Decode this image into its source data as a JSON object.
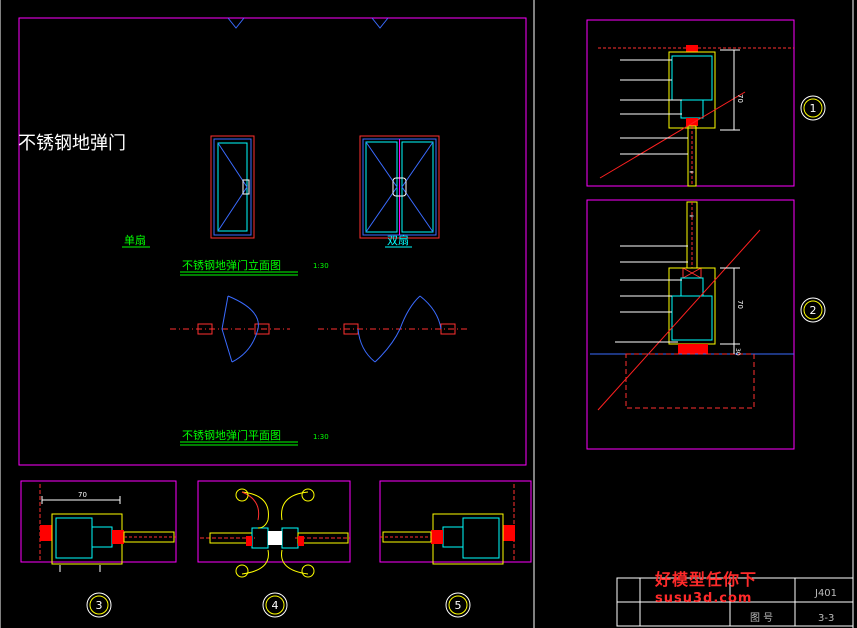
{
  "drawing": {
    "title": "不锈钢地弹门",
    "single_label": "单扇",
    "double_label": "双扇",
    "elevation_title": "不锈钢地弹门立面图",
    "elevation_scale": "1:30",
    "plan_title": "不锈钢地弹门平面图",
    "plan_scale": "1:30",
    "drawing_no": "J401",
    "sheet_label": "图 号",
    "sheet_no": "3-3"
  },
  "details": [
    {
      "id": "1",
      "label": "1"
    },
    {
      "id": "2",
      "label": "2"
    },
    {
      "id": "3",
      "label": "3"
    },
    {
      "id": "4",
      "label": "4"
    },
    {
      "id": "5",
      "label": "5"
    }
  ],
  "dimensions": {
    "d1": "70",
    "d2": "70",
    "d3": "70",
    "d4": "30"
  },
  "watermark": {
    "line1": "好模型任你下",
    "line2": "susu3d.com"
  },
  "colors": {
    "background": "#000000",
    "magenta_frame": "#ff00ff",
    "cyan": "#00ffff",
    "yellow": "#ffff00",
    "green": "#00ff00",
    "red": "#ff0000",
    "blue": "#3a6bff",
    "white": "#ffffff"
  }
}
